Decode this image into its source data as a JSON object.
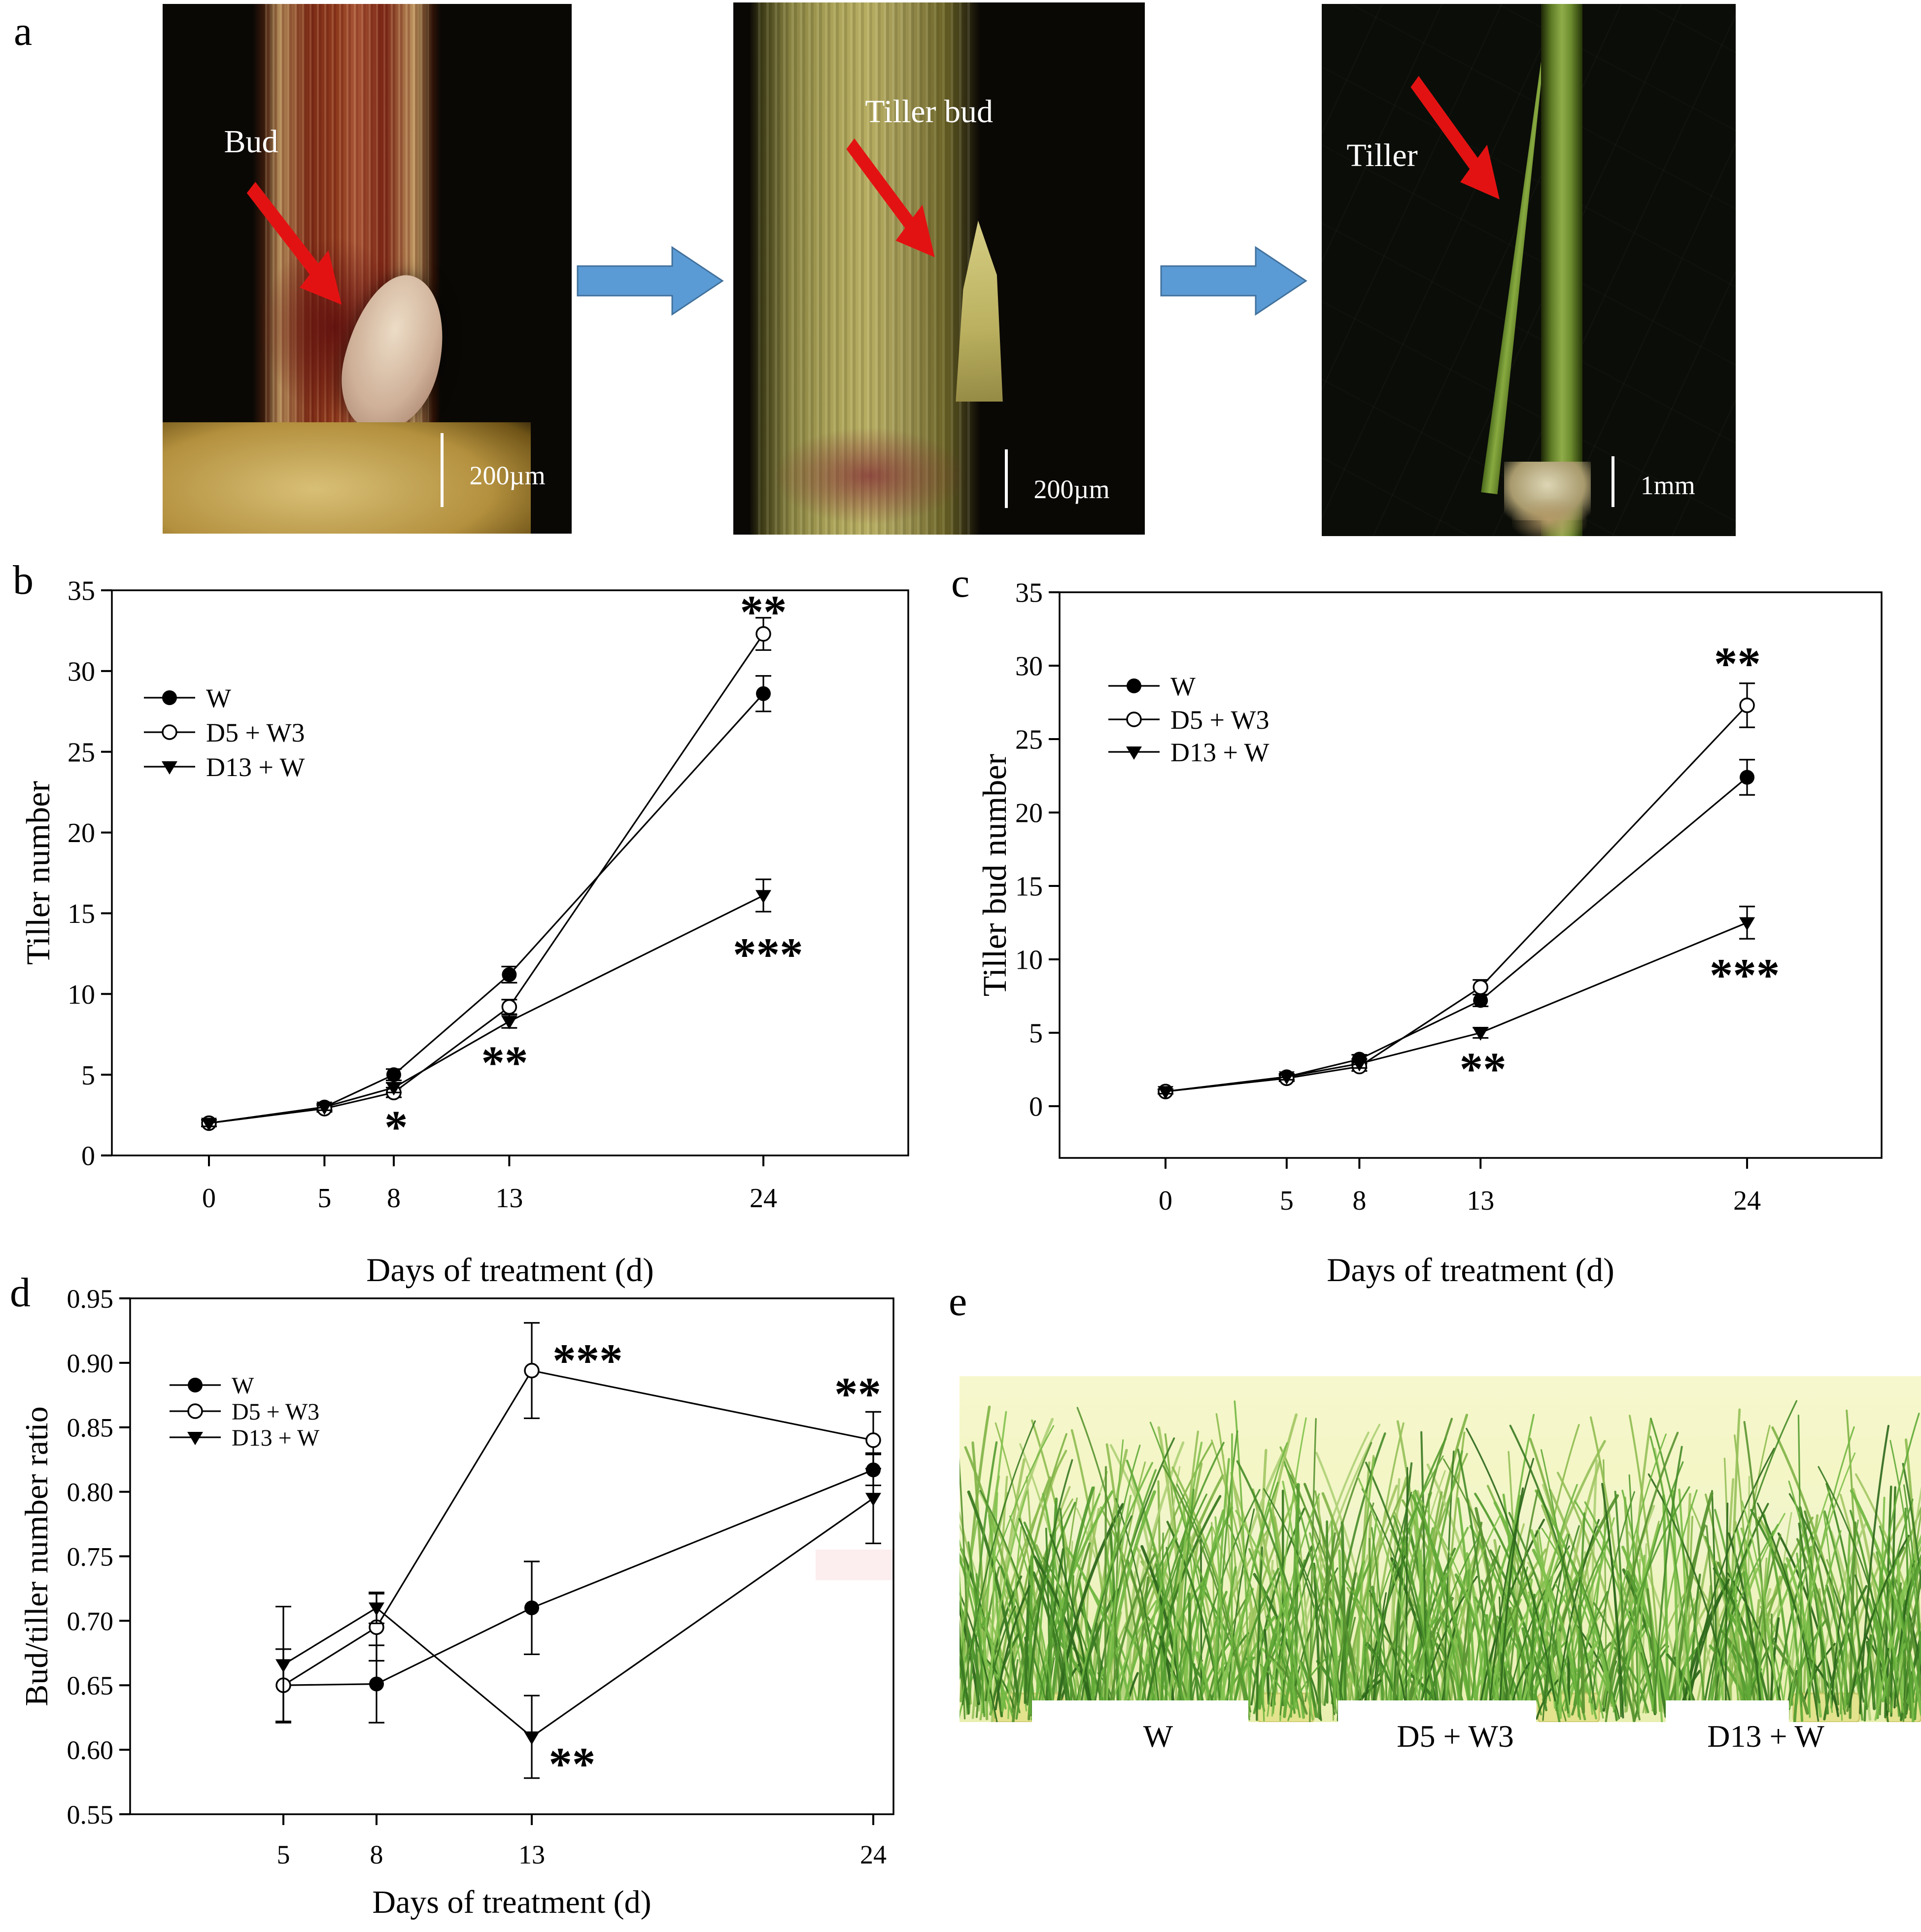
{
  "panel_a": {
    "label": "a",
    "photos": [
      {
        "annotation": "Bud",
        "scale_bar": "200µm"
      },
      {
        "annotation": "Tiller bud",
        "scale_bar": "200µm"
      },
      {
        "annotation": "Tiller",
        "scale_bar": "1mm"
      }
    ]
  },
  "panel_b": {
    "label": "b"
  },
  "panel_c": {
    "label": "c"
  },
  "panel_d": {
    "label": "d"
  },
  "panel_e": {
    "label": "e",
    "group_labels": [
      "W",
      "D5 + W3",
      "D13 + W"
    ]
  },
  "colors": {
    "process_arrow_fill": "#5b9bd5",
    "process_arrow_border": "#41719c",
    "pointer_arrow": "#e31212",
    "plot_foreground": "#000000",
    "background": "#ffffff"
  },
  "chart_data": [
    {
      "panel": "b",
      "type": "line",
      "title": "",
      "xlabel": "Days of treatment (d)",
      "ylabel": "Tiller number",
      "x": [
        0,
        5,
        8,
        13,
        24
      ],
      "xticks": [
        0,
        5,
        8,
        13,
        24
      ],
      "xtick_labels": [
        "0",
        "5",
        "8",
        "13",
        "24"
      ],
      "yticks": [
        0,
        5,
        10,
        15,
        20,
        25,
        30,
        35
      ],
      "ytick_labels": [
        "0",
        "5",
        "10",
        "15",
        "20",
        "25",
        "30",
        "35"
      ],
      "xlim": [
        -4.2,
        30.3
      ],
      "ylim": [
        0,
        35
      ],
      "grid": false,
      "legend_position": "upper-left",
      "legend": [
        "W",
        "D5 + W3",
        "D13 + W"
      ],
      "series": [
        {
          "name": "W",
          "marker": "filled-circle",
          "values": [
            2.0,
            3.0,
            5.0,
            11.2,
            28.6
          ],
          "errors": [
            0.2,
            0.2,
            0.35,
            0.5,
            1.1
          ]
        },
        {
          "name": "D5 + W3",
          "marker": "open-circle",
          "values": [
            2.0,
            2.9,
            3.9,
            9.2,
            32.3
          ],
          "errors": [
            0.2,
            0.2,
            0.3,
            0.45,
            1.0
          ]
        },
        {
          "name": "D13 + W",
          "marker": "filled-triangle-down",
          "values": [
            2.0,
            3.0,
            4.2,
            8.3,
            16.1
          ],
          "errors": [
            0.2,
            0.2,
            0.3,
            0.4,
            1.0
          ]
        }
      ],
      "annotations": [
        {
          "text": "**",
          "x": 24.0,
          "y": 33.9
        },
        {
          "text": "***",
          "x": 24.2,
          "y": 12.7
        },
        {
          "text": "**",
          "x": 12.8,
          "y": 6.0
        },
        {
          "text": "*",
          "x": 8.1,
          "y": 2.0
        }
      ]
    },
    {
      "panel": "c",
      "type": "line",
      "title": "",
      "xlabel": "Days of treatment (d)",
      "ylabel": "Tiller bud number",
      "x": [
        0,
        5,
        8,
        13,
        24
      ],
      "xticks": [
        0,
        5,
        8,
        13,
        24
      ],
      "xtick_labels": [
        "0",
        "5",
        "8",
        "13",
        "24"
      ],
      "yticks": [
        0,
        5,
        10,
        15,
        20,
        25,
        30,
        35
      ],
      "ytick_labels": [
        "0",
        "5",
        "10",
        "15",
        "20",
        "25",
        "30",
        "35"
      ],
      "xlim": [
        -4.4,
        29.6
      ],
      "ylim": [
        -3.5,
        35
      ],
      "grid": false,
      "legend_position": "upper-left",
      "legend": [
        "W",
        "D5 + W3",
        "D13 + W"
      ],
      "series": [
        {
          "name": "W",
          "marker": "filled-circle",
          "values": [
            1.0,
            2.0,
            3.2,
            7.2,
            22.4
          ],
          "errors": [
            0.15,
            0.2,
            0.3,
            0.4,
            1.2
          ]
        },
        {
          "name": "D5 + W3",
          "marker": "open-circle",
          "values": [
            1.0,
            1.9,
            2.7,
            8.1,
            27.3
          ],
          "errors": [
            0.15,
            0.2,
            0.3,
            0.5,
            1.5
          ]
        },
        {
          "name": "D13 + W",
          "marker": "filled-triangle-down",
          "values": [
            1.0,
            2.0,
            2.9,
            5.0,
            12.5
          ],
          "errors": [
            0.15,
            0.2,
            0.3,
            0.35,
            1.1
          ]
        }
      ],
      "annotations": [
        {
          "text": "**",
          "x": 23.6,
          "y": 30.4
        },
        {
          "text": "***",
          "x": 23.9,
          "y": 9.2
        },
        {
          "text": "**",
          "x": 13.1,
          "y": 2.8
        }
      ]
    },
    {
      "panel": "d",
      "type": "line",
      "title": "",
      "xlabel": "Days of treatment (d)",
      "ylabel": "Bud/tiller number ratio",
      "x": [
        5,
        8,
        13,
        24
      ],
      "xticks": [
        5,
        8,
        13,
        24
      ],
      "xtick_labels": [
        "5",
        "8",
        "13",
        "24"
      ],
      "yticks": [
        0.55,
        0.6,
        0.65,
        0.7,
        0.75,
        0.8,
        0.85,
        0.9,
        0.95
      ],
      "ytick_labels": [
        "0.55",
        "0.60",
        "0.65",
        "0.70",
        "0.75",
        "0.80",
        "0.85",
        "0.90",
        "0.95"
      ],
      "xlim": [
        0.1,
        24.7
      ],
      "ylim": [
        0.55,
        0.95
      ],
      "grid": false,
      "legend_position": "upper-left",
      "legend": [
        "W",
        "D5 + W3",
        "D13 + W"
      ],
      "series": [
        {
          "name": "W",
          "marker": "filled-circle",
          "values": [
            0.65,
            0.651,
            0.71,
            0.817
          ],
          "errors": [
            0.028,
            0.03,
            0.036,
            0.012
          ]
        },
        {
          "name": "D5 + W3",
          "marker": "open-circle",
          "values": [
            0.65,
            0.695,
            0.894,
            0.84
          ],
          "errors": [
            0.028,
            0.026,
            0.037,
            0.022
          ]
        },
        {
          "name": "D13 + W",
          "marker": "filled-triangle-down",
          "values": [
            0.666,
            0.71,
            0.61,
            0.795
          ],
          "errors": [
            0.045,
            0.012,
            0.032,
            0.035
          ]
        }
      ],
      "annotations": [
        {
          "text": "***",
          "x": 14.8,
          "y": 0.905
        },
        {
          "text": "**",
          "x": 23.5,
          "y": 0.879
        },
        {
          "text": "**",
          "x": 14.3,
          "y": 0.592
        }
      ]
    }
  ]
}
